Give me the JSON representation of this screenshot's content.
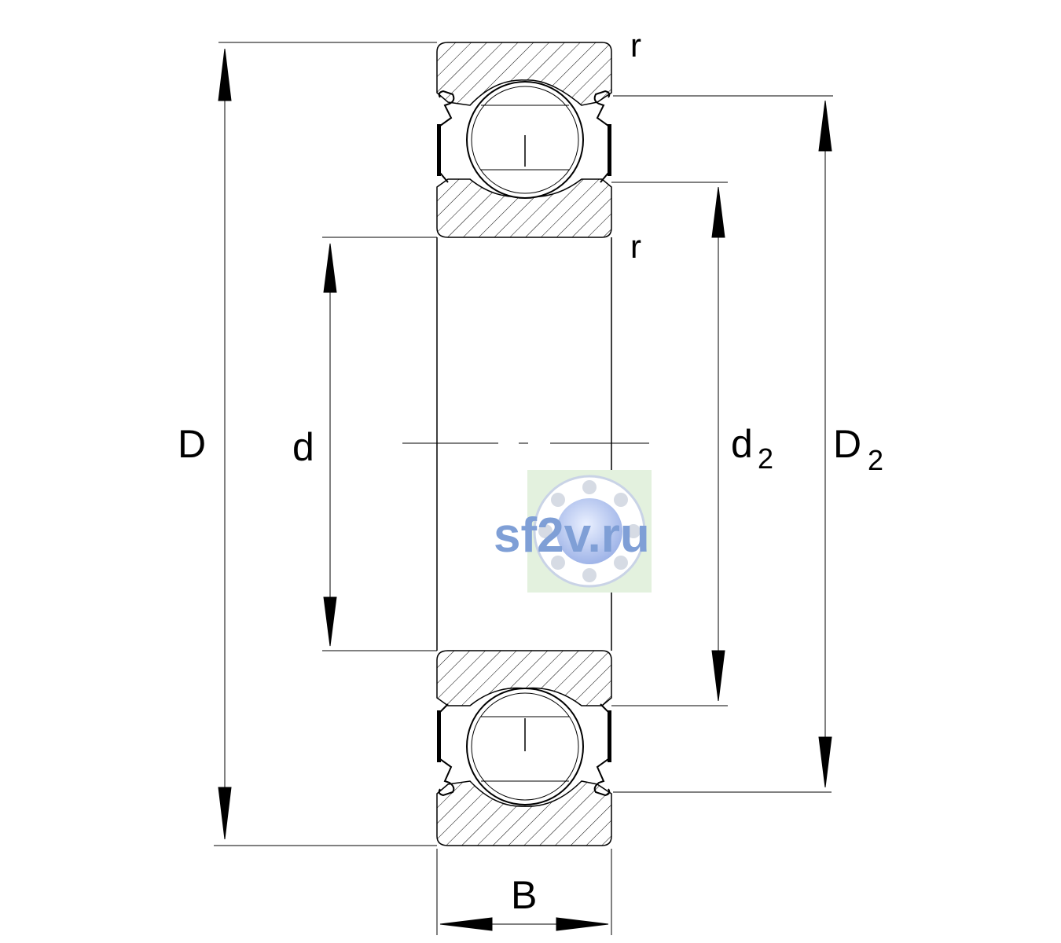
{
  "labels": {
    "outer_diameter": "D",
    "bore_diameter": "d",
    "inner_ring_shoulder_main": "d",
    "inner_ring_shoulder_sub": "2",
    "outer_ring_shoulder_main": "D",
    "outer_ring_shoulder_sub": "2",
    "width": "B",
    "radius_top": "r",
    "radius_bottom": "r"
  },
  "watermark": {
    "text": "sf2v.ru",
    "icon": "bearing-logo-icon"
  },
  "colors": {
    "line": "#000000",
    "watermark_text": "#7f9fd6",
    "watermark_bg": "#e3f1de"
  }
}
